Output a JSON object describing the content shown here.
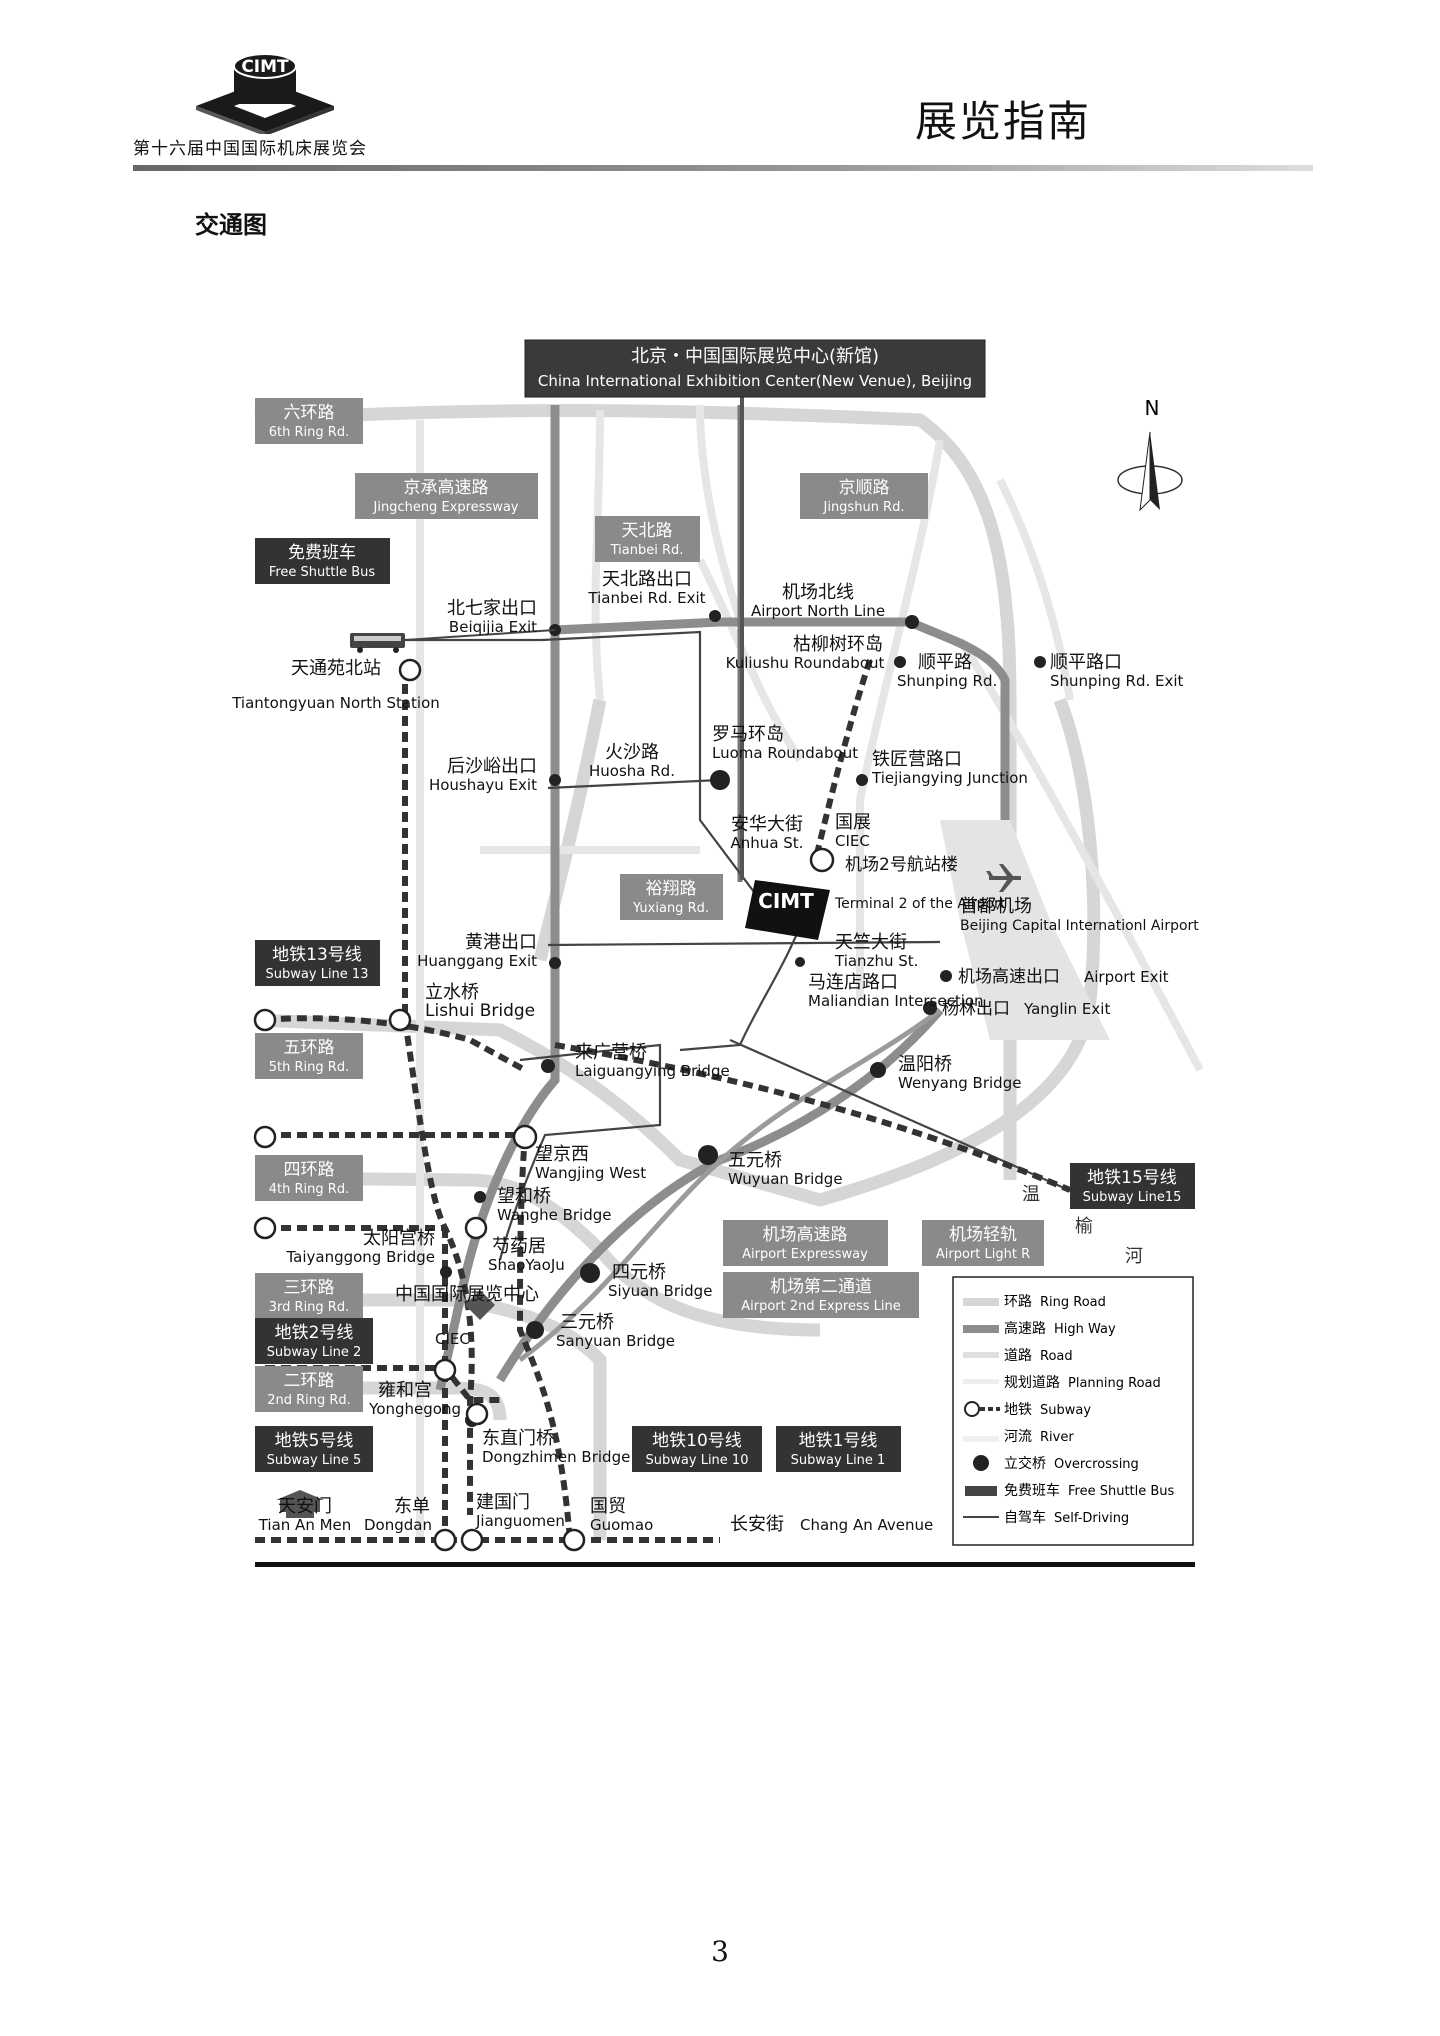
{
  "header": {
    "logo_text": "CIMT",
    "expo_name": "第十六届中国国际机床展览会",
    "guide_title": "展览指南"
  },
  "page_subtitle": "交通图",
  "page_number": "3",
  "map": {
    "title_cn": "北京・中国国际展览中心(新馆)",
    "title_en": "China International Exhibition Center(New Venue), Beijing",
    "compass": "N",
    "cimt_label": "CIMT",
    "gray_tags": [
      {
        "id": "ring6",
        "cn": "六环路",
        "en": "6th Ring Rd."
      },
      {
        "id": "jingcheng",
        "cn": "京承高速路",
        "en": "Jingcheng Expressway"
      },
      {
        "id": "tianbei",
        "cn": "天北路",
        "en": "Tianbei Rd."
      },
      {
        "id": "jingshun",
        "cn": "京顺路",
        "en": "Jingshun Rd."
      },
      {
        "id": "yuxiang",
        "cn": "裕翔路",
        "en": "Yuxiang Rd."
      },
      {
        "id": "ring5",
        "cn": "五环路",
        "en": "5th Ring Rd."
      },
      {
        "id": "ring4",
        "cn": "四环路",
        "en": "4th Ring Rd."
      },
      {
        "id": "ring3",
        "cn": "三环路",
        "en": "3rd Ring Rd."
      },
      {
        "id": "ring2",
        "cn": "二环路",
        "en": "2nd Ring Rd."
      },
      {
        "id": "airport_exp",
        "cn": "机场高速路",
        "en": "Airport Expressway"
      },
      {
        "id": "airport_2nd",
        "cn": "机场第二通道",
        "en": "Airport 2nd Express Line"
      },
      {
        "id": "airport_rail",
        "cn": "机场轻轨",
        "en": "Airport Light R"
      }
    ],
    "dark_tags": [
      {
        "id": "shuttle",
        "cn": "免费班车",
        "en": "Free Shuttle Bus"
      },
      {
        "id": "line13",
        "cn": "地铁13号线",
        "en": "Subway Line 13"
      },
      {
        "id": "line15",
        "cn": "地铁15号线",
        "en": "Subway Line15"
      },
      {
        "id": "line2",
        "cn": "地铁2号线",
        "en": "Subway Line 2"
      },
      {
        "id": "line5",
        "cn": "地铁5号线",
        "en": "Subway Line 5"
      },
      {
        "id": "line10",
        "cn": "地铁10号线",
        "en": "Subway Line 10"
      },
      {
        "id": "line1",
        "cn": "地铁1号线",
        "en": "Subway Line 1"
      }
    ],
    "places": [
      {
        "id": "beiqijia",
        "cn": "北七家出口",
        "en": "Beiqijia Exit"
      },
      {
        "id": "tianbei_exit",
        "cn": "天北路出口",
        "en": "Tianbei Rd. Exit"
      },
      {
        "id": "airport_north",
        "cn": "机场北线",
        "en": "Airport North Line"
      },
      {
        "id": "kuliushu",
        "cn": "枯柳树环岛",
        "en": "Kuliushu Roundabout"
      },
      {
        "id": "shunping",
        "cn": "顺平路",
        "en": "Shunping Rd."
      },
      {
        "id": "shunping_exit",
        "cn": "顺平路口",
        "en": "Shunping Rd. Exit"
      },
      {
        "id": "tiantongyuan",
        "cn": "天通苑北站",
        "en": "Tiantongyuan North Station"
      },
      {
        "id": "houshayu",
        "cn": "后沙峪出口",
        "en": "Houshayu Exit"
      },
      {
        "id": "huosha",
        "cn": "火沙路",
        "en": "Huosha Rd."
      },
      {
        "id": "luoma",
        "cn": "罗马环岛",
        "en": "Luoma Roundabout"
      },
      {
        "id": "tiejiangying",
        "cn": "铁匠营路口",
        "en": "Tiejiangying Junction"
      },
      {
        "id": "anhua",
        "cn": "安华大街",
        "en": "Anhua St."
      },
      {
        "id": "ciec_new",
        "cn": "国展",
        "en": "CIEC"
      },
      {
        "id": "terminal2",
        "cn": "机场2号航站楼",
        "en": "Terminal 2 of the Airport"
      },
      {
        "id": "capital_airport",
        "cn": "首都机场",
        "en": "Beijing Capital Internationl Airport"
      },
      {
        "id": "huanggang",
        "cn": "黄港出口",
        "en": "Huanggang Exit"
      },
      {
        "id": "tianzhu",
        "cn": "天竺大街",
        "en": "Tianzhu St."
      },
      {
        "id": "malian",
        "cn": "马连店路口",
        "en": "Maliandian Intersection"
      },
      {
        "id": "airport_exit",
        "cn": "机场高速出口",
        "en": "Airport Exit"
      },
      {
        "id": "yanglin",
        "cn": "杨林出口",
        "en": "Yanglin Exit"
      },
      {
        "id": "lishui",
        "cn": "立水桥",
        "en": "Lishui Bridge"
      },
      {
        "id": "laiguangying",
        "cn": "来广营桥",
        "en": "Laiguangying Bridge"
      },
      {
        "id": "wenyang",
        "cn": "温阳桥",
        "en": "Wenyang Bridge"
      },
      {
        "id": "wangjing",
        "cn": "望京西",
        "en": "Wangjing West"
      },
      {
        "id": "wuyuan",
        "cn": "五元桥",
        "en": "Wuyuan Bridge"
      },
      {
        "id": "wanghe",
        "cn": "望和桥",
        "en": "Wanghe Bridge"
      },
      {
        "id": "taiyanggong",
        "cn": "太阳宫桥",
        "en": "Taiyanggong Bridge"
      },
      {
        "id": "shaoyaoju",
        "cn": "芍药居",
        "en": "ShaoYaoJu"
      },
      {
        "id": "siyuan",
        "cn": "四元桥",
        "en": "Siyuan Bridge"
      },
      {
        "id": "ciec_old",
        "cn": "中国国际展览中心",
        "en": "CIEC"
      },
      {
        "id": "sanyuan",
        "cn": "三元桥",
        "en": "Sanyuan Bridge"
      },
      {
        "id": "yonghegong",
        "cn": "雍和宫",
        "en": "Yonghegong"
      },
      {
        "id": "dongzhimen",
        "cn": "东直门桥",
        "en": "Dongzhimen Bridge"
      },
      {
        "id": "tiananmen",
        "cn": "天安门",
        "en": "Tian An Men"
      },
      {
        "id": "dongdan",
        "cn": "东单",
        "en": "Dongdan"
      },
      {
        "id": "jianguomen",
        "cn": "建国门",
        "en": "Jianguomen"
      },
      {
        "id": "guomao",
        "cn": "国贸",
        "en": "Guomao"
      },
      {
        "id": "changan",
        "cn": "长安街",
        "en": "Chang An Avenue"
      }
    ],
    "river": {
      "c1": "温",
      "c2": "榆",
      "c3": "河"
    },
    "legend": [
      {
        "cn": "环路",
        "en": "Ring Road"
      },
      {
        "cn": "高速路",
        "en": "High Way"
      },
      {
        "cn": "道路",
        "en": "Road"
      },
      {
        "cn": "规划道路",
        "en": "Planning Road"
      },
      {
        "cn": "地铁",
        "en": "Subway"
      },
      {
        "cn": "河流",
        "en": "River"
      },
      {
        "cn": "立交桥",
        "en": "Overcrossing"
      },
      {
        "cn": "免费班车",
        "en": "Free Shuttle Bus"
      },
      {
        "cn": "自驾车",
        "en": "Self-Driving"
      }
    ]
  }
}
